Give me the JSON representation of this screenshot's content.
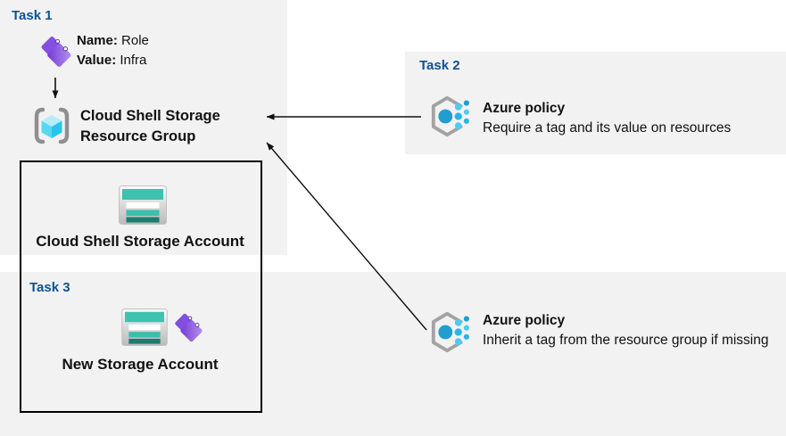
{
  "colors": {
    "panel_gray": "#f2f2f2",
    "task_header_blue": "#0d5293",
    "text_black": "#111111",
    "box_border_black": "#000000",
    "arrow_black": "#111111",
    "tag_purple_light": "#b393ef",
    "tag_purple_dark": "#7438d4",
    "resource_group_cyan": "#29c4eb",
    "bracket_gray": "#8f8f8f",
    "storage_teal": "#3cc2ae",
    "storage_teal_dark": "#1b7c6d",
    "policy_blue": "#1f9ecf",
    "policy_cyan": "#4ecbf2"
  },
  "task1": {
    "label": "Task 1",
    "tag": {
      "name_label": "Name:",
      "name_value": "Role",
      "value_label": "Value:",
      "value_value": "Infra"
    },
    "resource_group": {
      "line1": "Cloud Shell Storage",
      "line2": "Resource Group"
    }
  },
  "resource_group_box": {
    "cloud_shell_account_label": "Cloud Shell Storage Account",
    "task3_label": "Task 3",
    "new_account_label": "New Storage Account"
  },
  "task2": {
    "label": "Task 2",
    "policy": {
      "title": "Azure policy",
      "description": "Require a tag and its value on resources"
    }
  },
  "inherit_policy": {
    "title": "Azure policy",
    "description": "Inherit a tag from the resource group if missing"
  },
  "icons": {
    "tag": "purple-tag-icon",
    "resource_group": "resource-group-icon",
    "storage_account": "storage-account-icon",
    "azure_policy": "azure-policy-icon"
  }
}
